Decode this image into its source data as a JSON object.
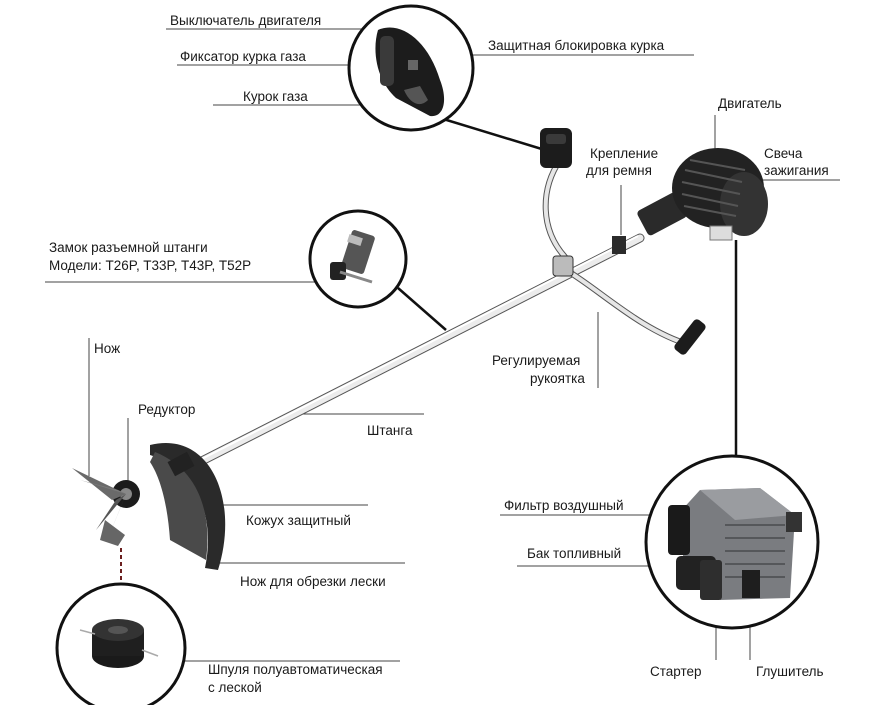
{
  "labels": {
    "engine_switch": "Выключатель двигателя",
    "throttle_lock": "Фиксатор курка газа",
    "throttle_trigger": "Курок газа",
    "trigger_safety": "Защитная блокировка курка",
    "engine": "Двигатель",
    "strap_mount_1": "Крепление",
    "strap_mount_2": "для ремня",
    "spark_plug_1": "Свеча",
    "spark_plug_2": "зажигания",
    "shaft_lock_1": "Замок разъемной штанги",
    "shaft_lock_2": "Модели: T26P, T33P, T43P, T52P",
    "blade": "Нож",
    "handle_1": "Регулируемая",
    "handle_2": "рукоятка",
    "gearbox": "Редуктор",
    "shaft": "Штанга",
    "guard": "Кожух защитный",
    "line_cutter": "Нож для обрезки лески",
    "air_filter": "Фильтр воздушный",
    "fuel_tank": "Бак топливный",
    "spool_1": "Шпуля полуавтоматическая",
    "spool_2": "с леской",
    "starter": "Стартер",
    "muffler": "Глушитель"
  },
  "colors": {
    "leader": "#444444",
    "outline": "#111111",
    "shaft": "#e9e9e9",
    "engine_dark": "#1e1e1e",
    "engine_grey": "#6d6f72",
    "guard": "#2a2a2a"
  }
}
